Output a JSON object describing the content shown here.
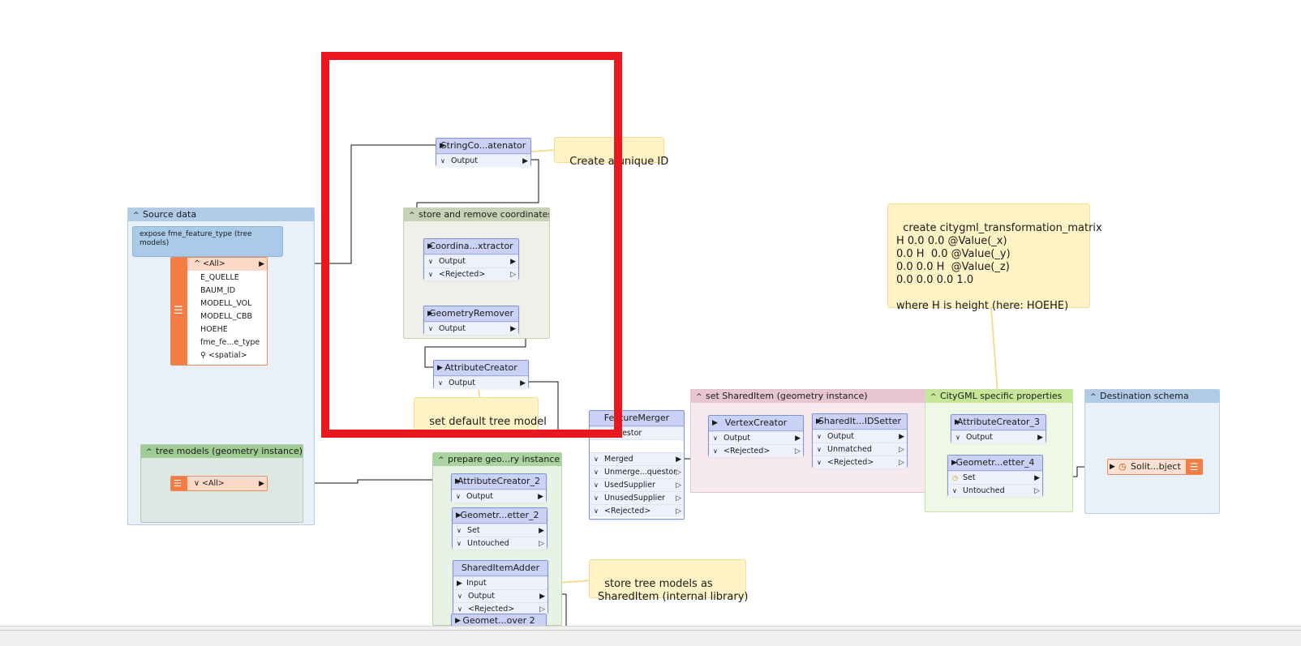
{
  "bookmarks": {
    "source_data": "Source data",
    "tree_models": "tree models (geometry instance)",
    "store_remove": "store and remove coordinates",
    "prepare_geo": "prepare geo...ry instance",
    "set_shared": "set SharedItem (geometry instance)",
    "citygml": "CityGML specific properties",
    "destination": "Destination schema"
  },
  "notes": {
    "expose": "expose fme_feature_type (tree models)",
    "unique_id": "Create a unique ID",
    "default_tree": "set default tree model\nin case its unknown",
    "store_tree": "store tree models as\nSharedItem (internal library)",
    "citygml_matrix": "create citygml_transformation_matrix\nH 0.0 0.0 @Value(_x)\n0.0 H  0.0 @Value(_y)\n0.0 0.0 H  @Value(_z)\n0.0 0.0 0.0 1.0\n\nwhere H is height (here: HOEHE)"
  },
  "readers": {
    "source": {
      "header": "<All>",
      "attributes": [
        "E_QUELLE",
        "BAUM_ID",
        "MODELL_VOL",
        "MODELL_CBB",
        "HOEHE",
        "fme_fe...e_type",
        "<spatial>"
      ]
    },
    "tree_models": {
      "header": "<All>"
    }
  },
  "transformers": {
    "string_concat": {
      "title": "StringCo...atenator",
      "ports": [
        "Output"
      ]
    },
    "coord_extractor": {
      "title": "Coordina...xtractor",
      "ports": [
        "Output",
        "<Rejected>"
      ]
    },
    "geometry_remover": {
      "title": "GeometryRemover",
      "ports": [
        "Output"
      ]
    },
    "attribute_creator": {
      "title": "AttributeCreator",
      "ports": [
        "Output"
      ]
    },
    "feature_merger": {
      "title": "FeatureMerger",
      "input": "Requestor",
      "ports": [
        "Merged",
        "Unmerge...questor",
        "UsedSupplier",
        "UnusedSupplier",
        "<Rejected>"
      ]
    },
    "attribute_creator_2": {
      "title": "AttributeCreator_2",
      "ports": [
        "Output"
      ]
    },
    "geometry_setter_2": {
      "title": "Geometr...etter_2",
      "ports": [
        "Set",
        "Untouched"
      ]
    },
    "shared_item_adder": {
      "title": "SharedItemAdder",
      "input": "Input",
      "ports": [
        "Output",
        "<Rejected>"
      ]
    },
    "geometry_remover_2": {
      "title": "Geomet...over 2"
    },
    "vertex_creator": {
      "title": "VertexCreator",
      "ports": [
        "Output",
        "<Rejected>"
      ]
    },
    "shared_id_setter": {
      "title": "SharedIt...IDSetter",
      "ports": [
        "Output",
        "Unmatched",
        "<Rejected>"
      ]
    },
    "attribute_creator_3": {
      "title": "AttributeCreator_3",
      "ports": [
        "Output"
      ]
    },
    "geometry_setter_4": {
      "title": "Geometr...etter_4",
      "ports": [
        "Set",
        "Untouched"
      ]
    }
  },
  "writer": {
    "label": "Solit...bject"
  },
  "colors": {
    "highlight": "#e8181e",
    "transformer_header": "#c9d2f4",
    "reader_accent": "#f47c45",
    "note_bg": "#fff3c6"
  }
}
